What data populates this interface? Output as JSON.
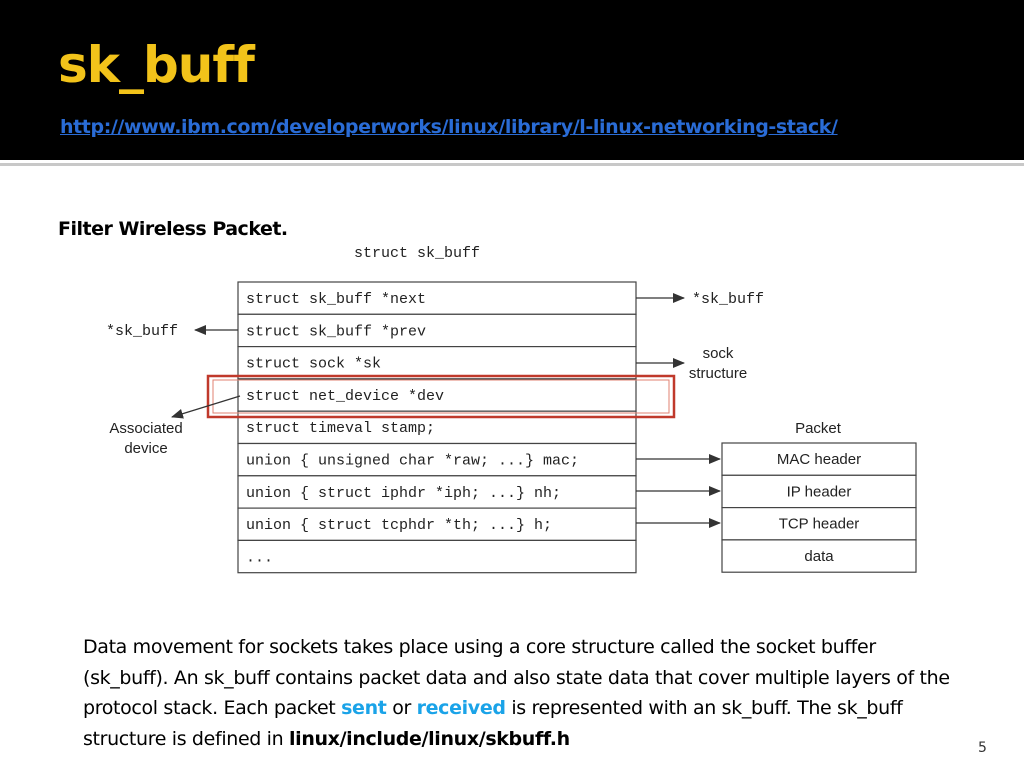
{
  "slide": {
    "title": "sk_buff",
    "url": "http://www.ibm.com/developerworks/linux/library/l-linux-networking-stack/",
    "subtitle": "Filter Wireless Packet.",
    "page_number": "5"
  },
  "diagram": {
    "caption": "struct sk_buff",
    "fields": [
      "struct sk_buff *next",
      "struct sk_buff *prev",
      "struct sock *sk",
      "struct net_device *dev",
      "struct timeval stamp;",
      "union { unsigned char *raw; ...} mac;",
      "union { struct iphdr *iph; ...} nh;",
      "union { struct tcphdr *th; ...} h;",
      "..."
    ],
    "highlighted_field": "struct net_device *dev",
    "highlight_color": "#c0392b",
    "next_label": "*sk_buff",
    "prev_label": "*sk_buff",
    "sock_label_line1": "sock",
    "sock_label_line2": "structure",
    "device_label_line1": "Associated",
    "device_label_line2": "device",
    "packet_title": "Packet",
    "packet_parts": [
      "MAC header",
      "IP header",
      "TCP header",
      "data"
    ]
  },
  "body": {
    "text_1": "Data movement for sockets takes place using a core structure called the socket buffer (sk_buff). An sk_buff contains packet data and also state data that cover multiple layers of the protocol stack. Each packet ",
    "sent": "sent",
    "text_2": " or ",
    "received": "received",
    "text_3": " is represented with an sk_buff. The sk_buff structure is defined in ",
    "path": "linux/include/linux/skbuff.h",
    "accent_color": "#1aa3e8"
  }
}
